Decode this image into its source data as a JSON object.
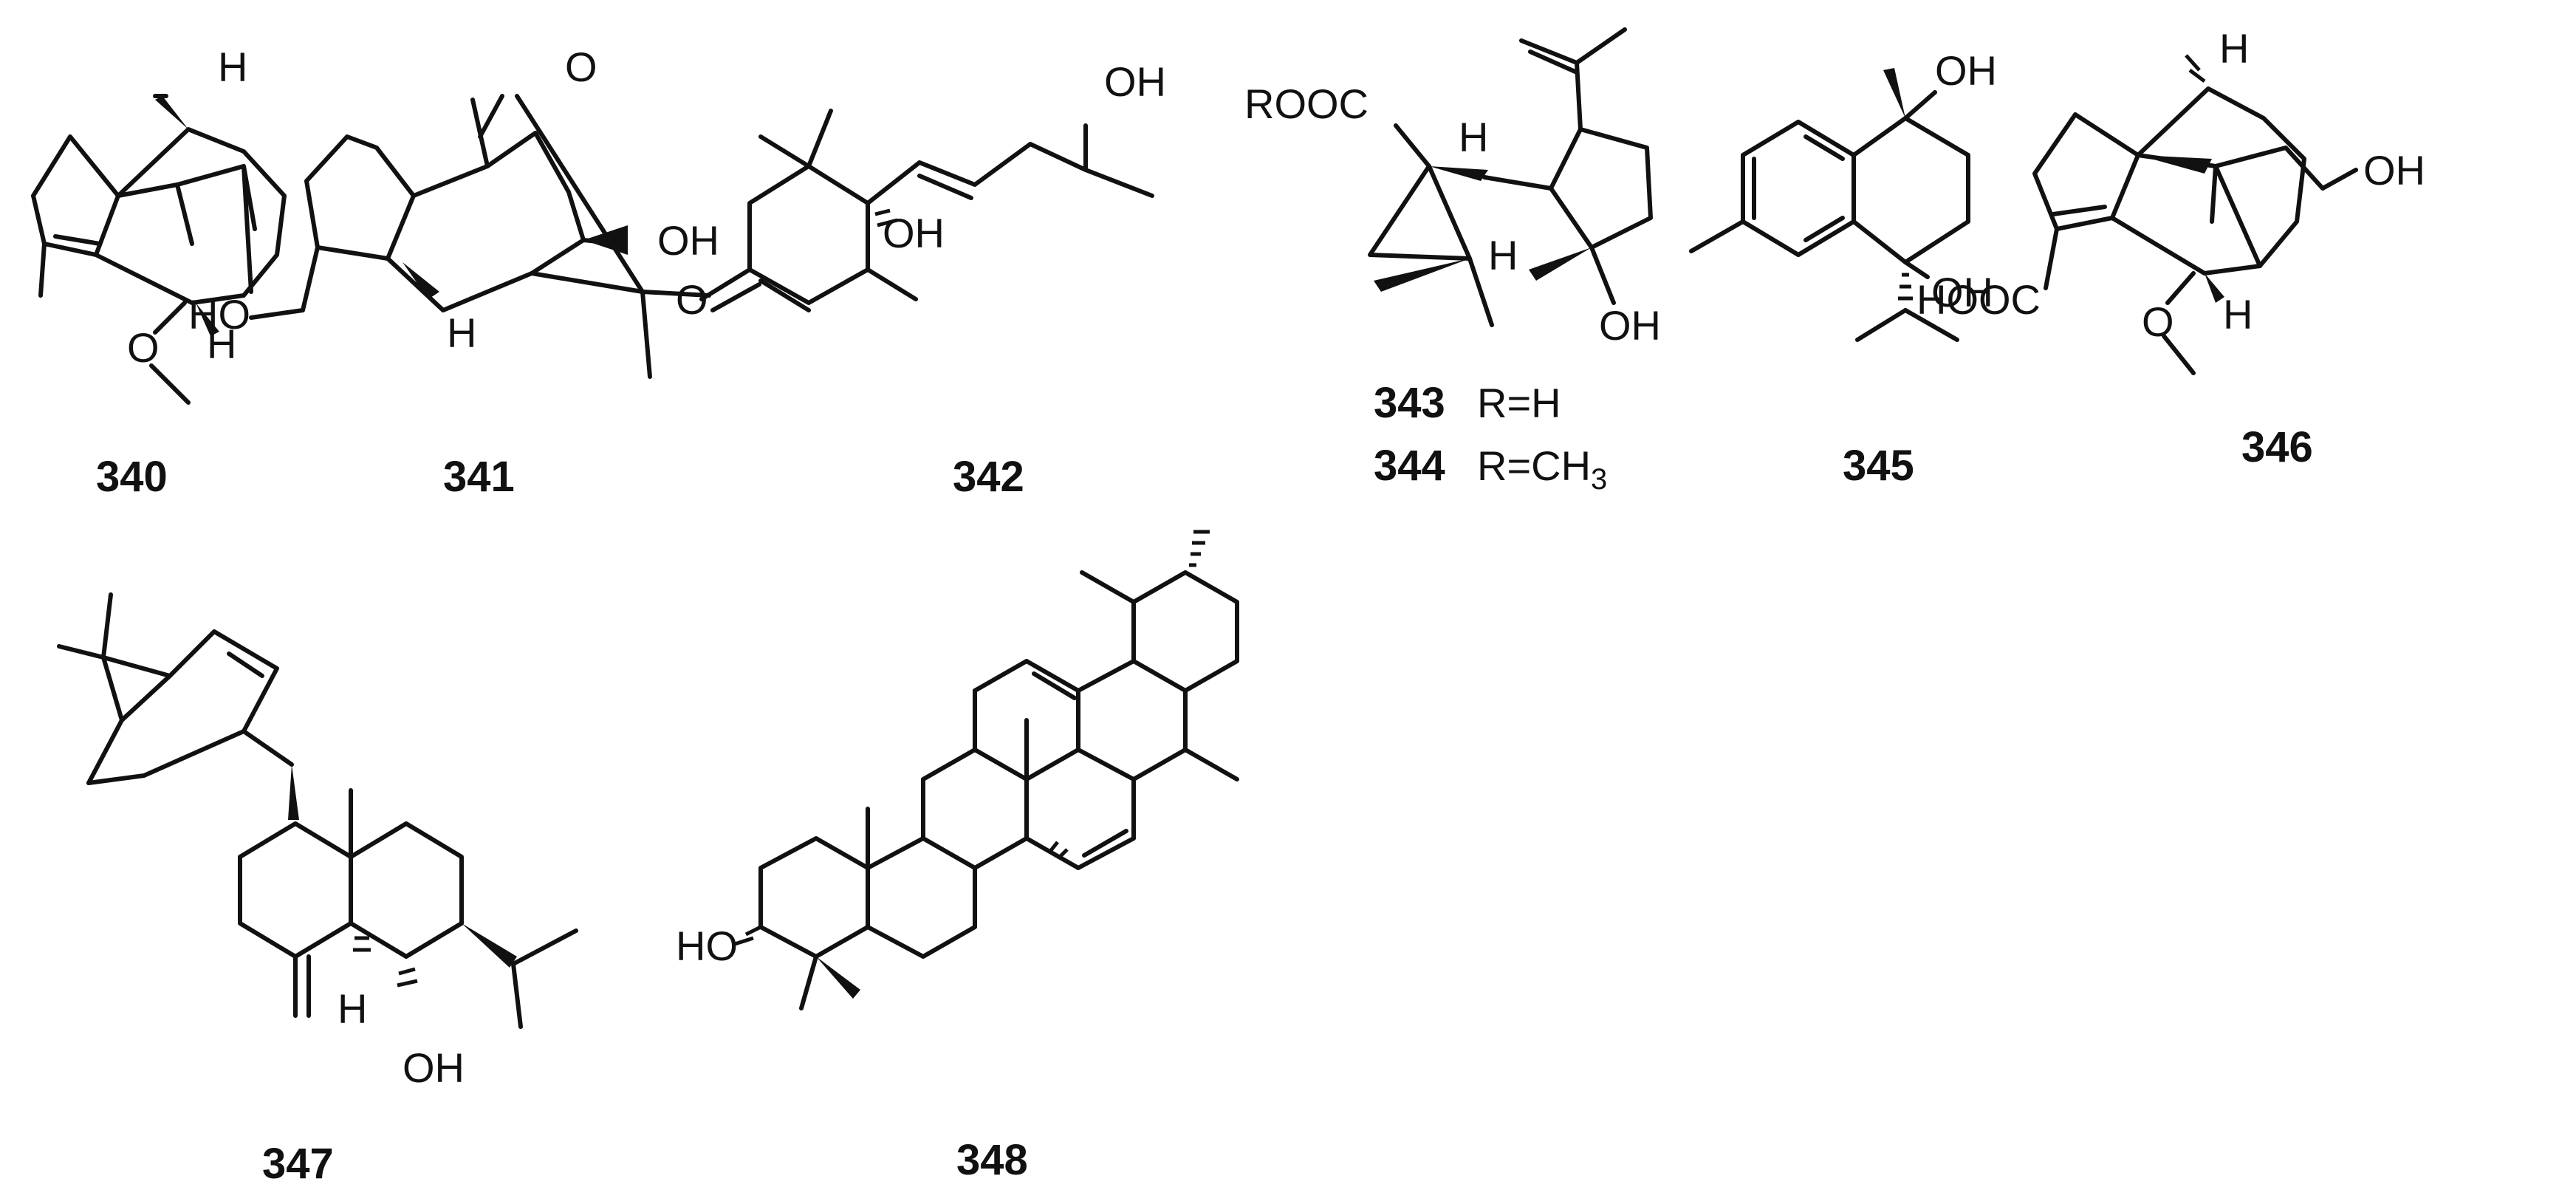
{
  "compounds": [
    {
      "id": "340",
      "atoms": {
        "h_top": "H",
        "h_bottom": "H",
        "o_methoxy": "O"
      }
    },
    {
      "id": "341",
      "atoms": {
        "o_bridge": "O",
        "oh": "OH",
        "ho": "HO",
        "h": "H"
      }
    },
    {
      "id": "342",
      "atoms": {
        "oh_top": "OH",
        "oh_mid": "OH",
        "o_keto": "O"
      }
    },
    {
      "id": "343",
      "r_text": "R=H",
      "atoms": {
        "rooc": "ROOC",
        "h_cp": "H",
        "h_ring": "H",
        "oh": "OH"
      }
    },
    {
      "id": "344",
      "r_text": "R=CH",
      "r_sub": "3"
    },
    {
      "id": "345",
      "atoms": {
        "oh_top": "OH",
        "oh_bottom": "OH"
      }
    },
    {
      "id": "346",
      "atoms": {
        "h_top": "H",
        "oh": "OH",
        "hooc": "HOOC",
        "h_bottom": "H",
        "o_methoxy": "O"
      }
    },
    {
      "id": "347",
      "atoms": {
        "h": "H",
        "oh": "OH"
      }
    },
    {
      "id": "348",
      "atoms": {
        "ho": "HO"
      }
    }
  ]
}
